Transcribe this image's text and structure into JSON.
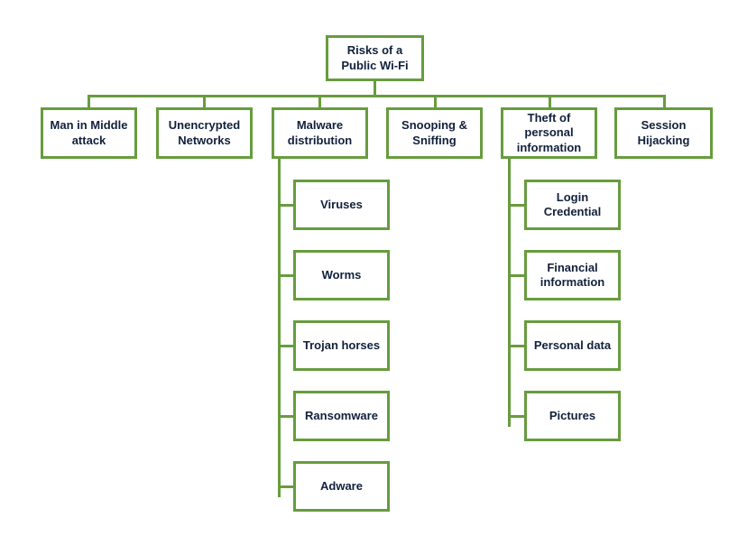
{
  "diagram": {
    "title": "Risks of a Public Wi-Fi",
    "type": "hierarchy-tree",
    "accent_color": "#679c3e",
    "text_color": "#11203b",
    "background_color": "#ffffff",
    "root": {
      "label": "Risks of a Public Wi-Fi"
    },
    "level2": [
      {
        "label": "Man in Middle attack"
      },
      {
        "label": "Unencrypted Networks"
      },
      {
        "label": "Malware distribution"
      },
      {
        "label": "Snooping & Sniffing"
      },
      {
        "label": "Theft of personal information"
      },
      {
        "label": "Session Hijacking"
      }
    ],
    "malware_children": [
      {
        "label": "Viruses"
      },
      {
        "label": "Worms"
      },
      {
        "label": "Trojan horses"
      },
      {
        "label": "Ransomware"
      },
      {
        "label": "Adware"
      }
    ],
    "theft_children": [
      {
        "label": "Login Credential"
      },
      {
        "label": "Financial information"
      },
      {
        "label": "Personal data"
      },
      {
        "label": "Pictures"
      }
    ]
  }
}
